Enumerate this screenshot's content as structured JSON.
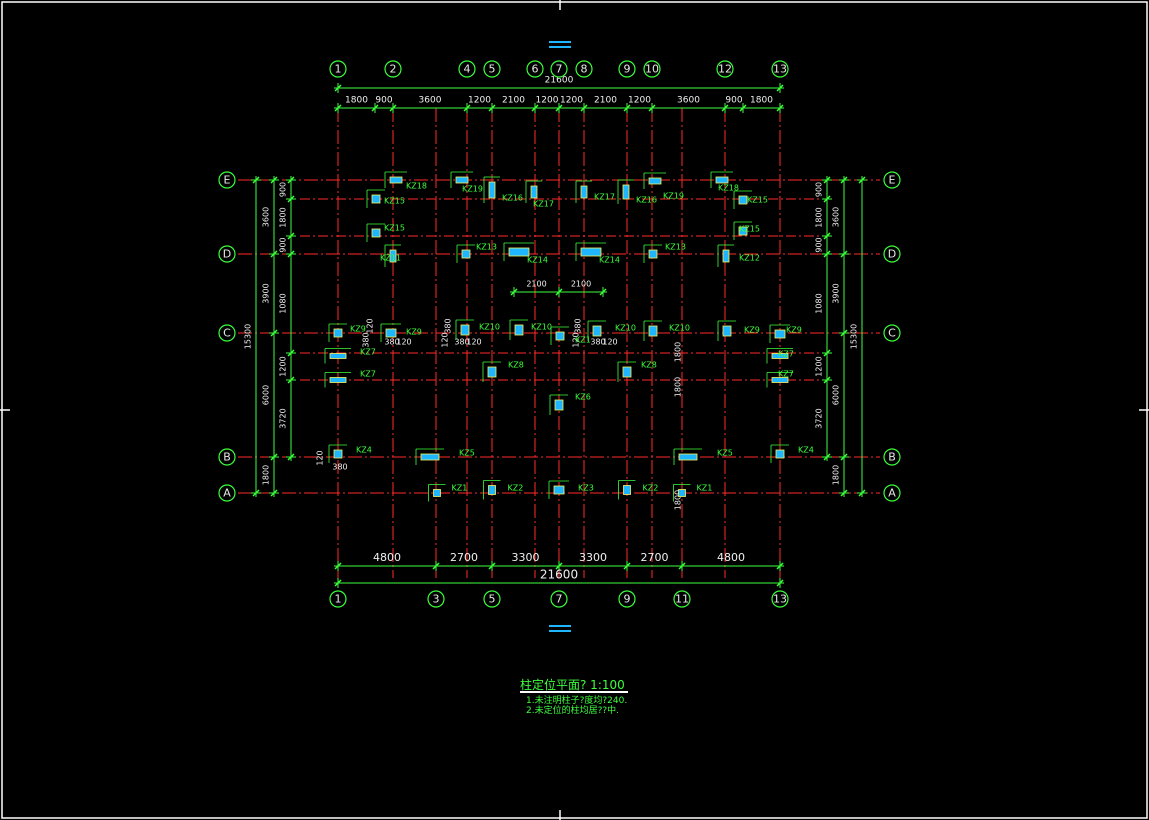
{
  "drawing": {
    "colors": {
      "background": "#000000",
      "axis": "#ff2a2a",
      "dimension": "#3cff3c",
      "grid_bubble": "#3cff3c",
      "column_fill": "#1fb6ff",
      "column_outline": "#f5f55a",
      "frame": "#ffffff"
    },
    "top_axis_labels": [
      "1",
      "2",
      "4",
      "5",
      "6",
      "7",
      "8",
      "9",
      "10",
      "12",
      "13"
    ],
    "bottom_axis_labels": [
      "1",
      "3",
      "5",
      "7",
      "9",
      "11",
      "13"
    ],
    "row_axis_labels": [
      "E",
      "D",
      "C",
      "B",
      "A"
    ],
    "top_total": "21600",
    "top_dims": [
      "1800",
      "900",
      "3600",
      "1200",
      "2100",
      "1200",
      "1200",
      "2100",
      "1200",
      "3600",
      "900",
      "1800"
    ],
    "bottom_total": "21600",
    "bottom_dims": [
      "4800",
      "2700",
      "3300",
      "3300",
      "2700",
      "4800"
    ],
    "left_outer_total": "15300",
    "left_mid_dims": [
      "3600",
      "3900",
      "6000",
      "1800"
    ],
    "left_inner_dims": [
      "900",
      "1800",
      "900",
      "1080",
      "1200",
      "3720"
    ],
    "right_outer_total": "15300",
    "right_mid_dims": [
      "3600",
      "3900",
      "6000",
      "1800"
    ],
    "right_inner_dims": [
      "900",
      "1800",
      "900",
      "1080",
      "1200",
      "3720"
    ],
    "middle_dims": [
      "2100",
      "2100"
    ],
    "column_labels": [
      "KZ18",
      "KZ19",
      "KZ16",
      "KZ17",
      "KZ17",
      "KZ16",
      "KZ19",
      "KZ18",
      "KZ15",
      "KZ15",
      "KZ15",
      "KZ15",
      "KZ11",
      "KZ13",
      "KZ14",
      "KZ14",
      "KZ13",
      "KZ12",
      "KZ9",
      "KZ9",
      "KZ10",
      "KZ10",
      "KZ1",
      "KZ10",
      "KZ10",
      "KZ9",
      "KZ9",
      "KZ7",
      "KZ7",
      "KZ7",
      "KZ7",
      "KZ8",
      "KZ8",
      "KZ6",
      "KZ4",
      "KZ5",
      "KZ5",
      "KZ4",
      "KZ1",
      "KZ2",
      "KZ3",
      "KZ2",
      "KZ1"
    ],
    "local_dims": [
      "120",
      "380",
      "380",
      "120",
      "380",
      "120",
      "380",
      "120",
      "380",
      "120",
      "380",
      "120",
      "1800",
      "1800",
      "1800",
      "120",
      "380"
    ],
    "title": "柱定位平面? 1:100",
    "notes": [
      "1.未注明柱子?度均?240.",
      "2.未定位的柱均居??中."
    ]
  }
}
